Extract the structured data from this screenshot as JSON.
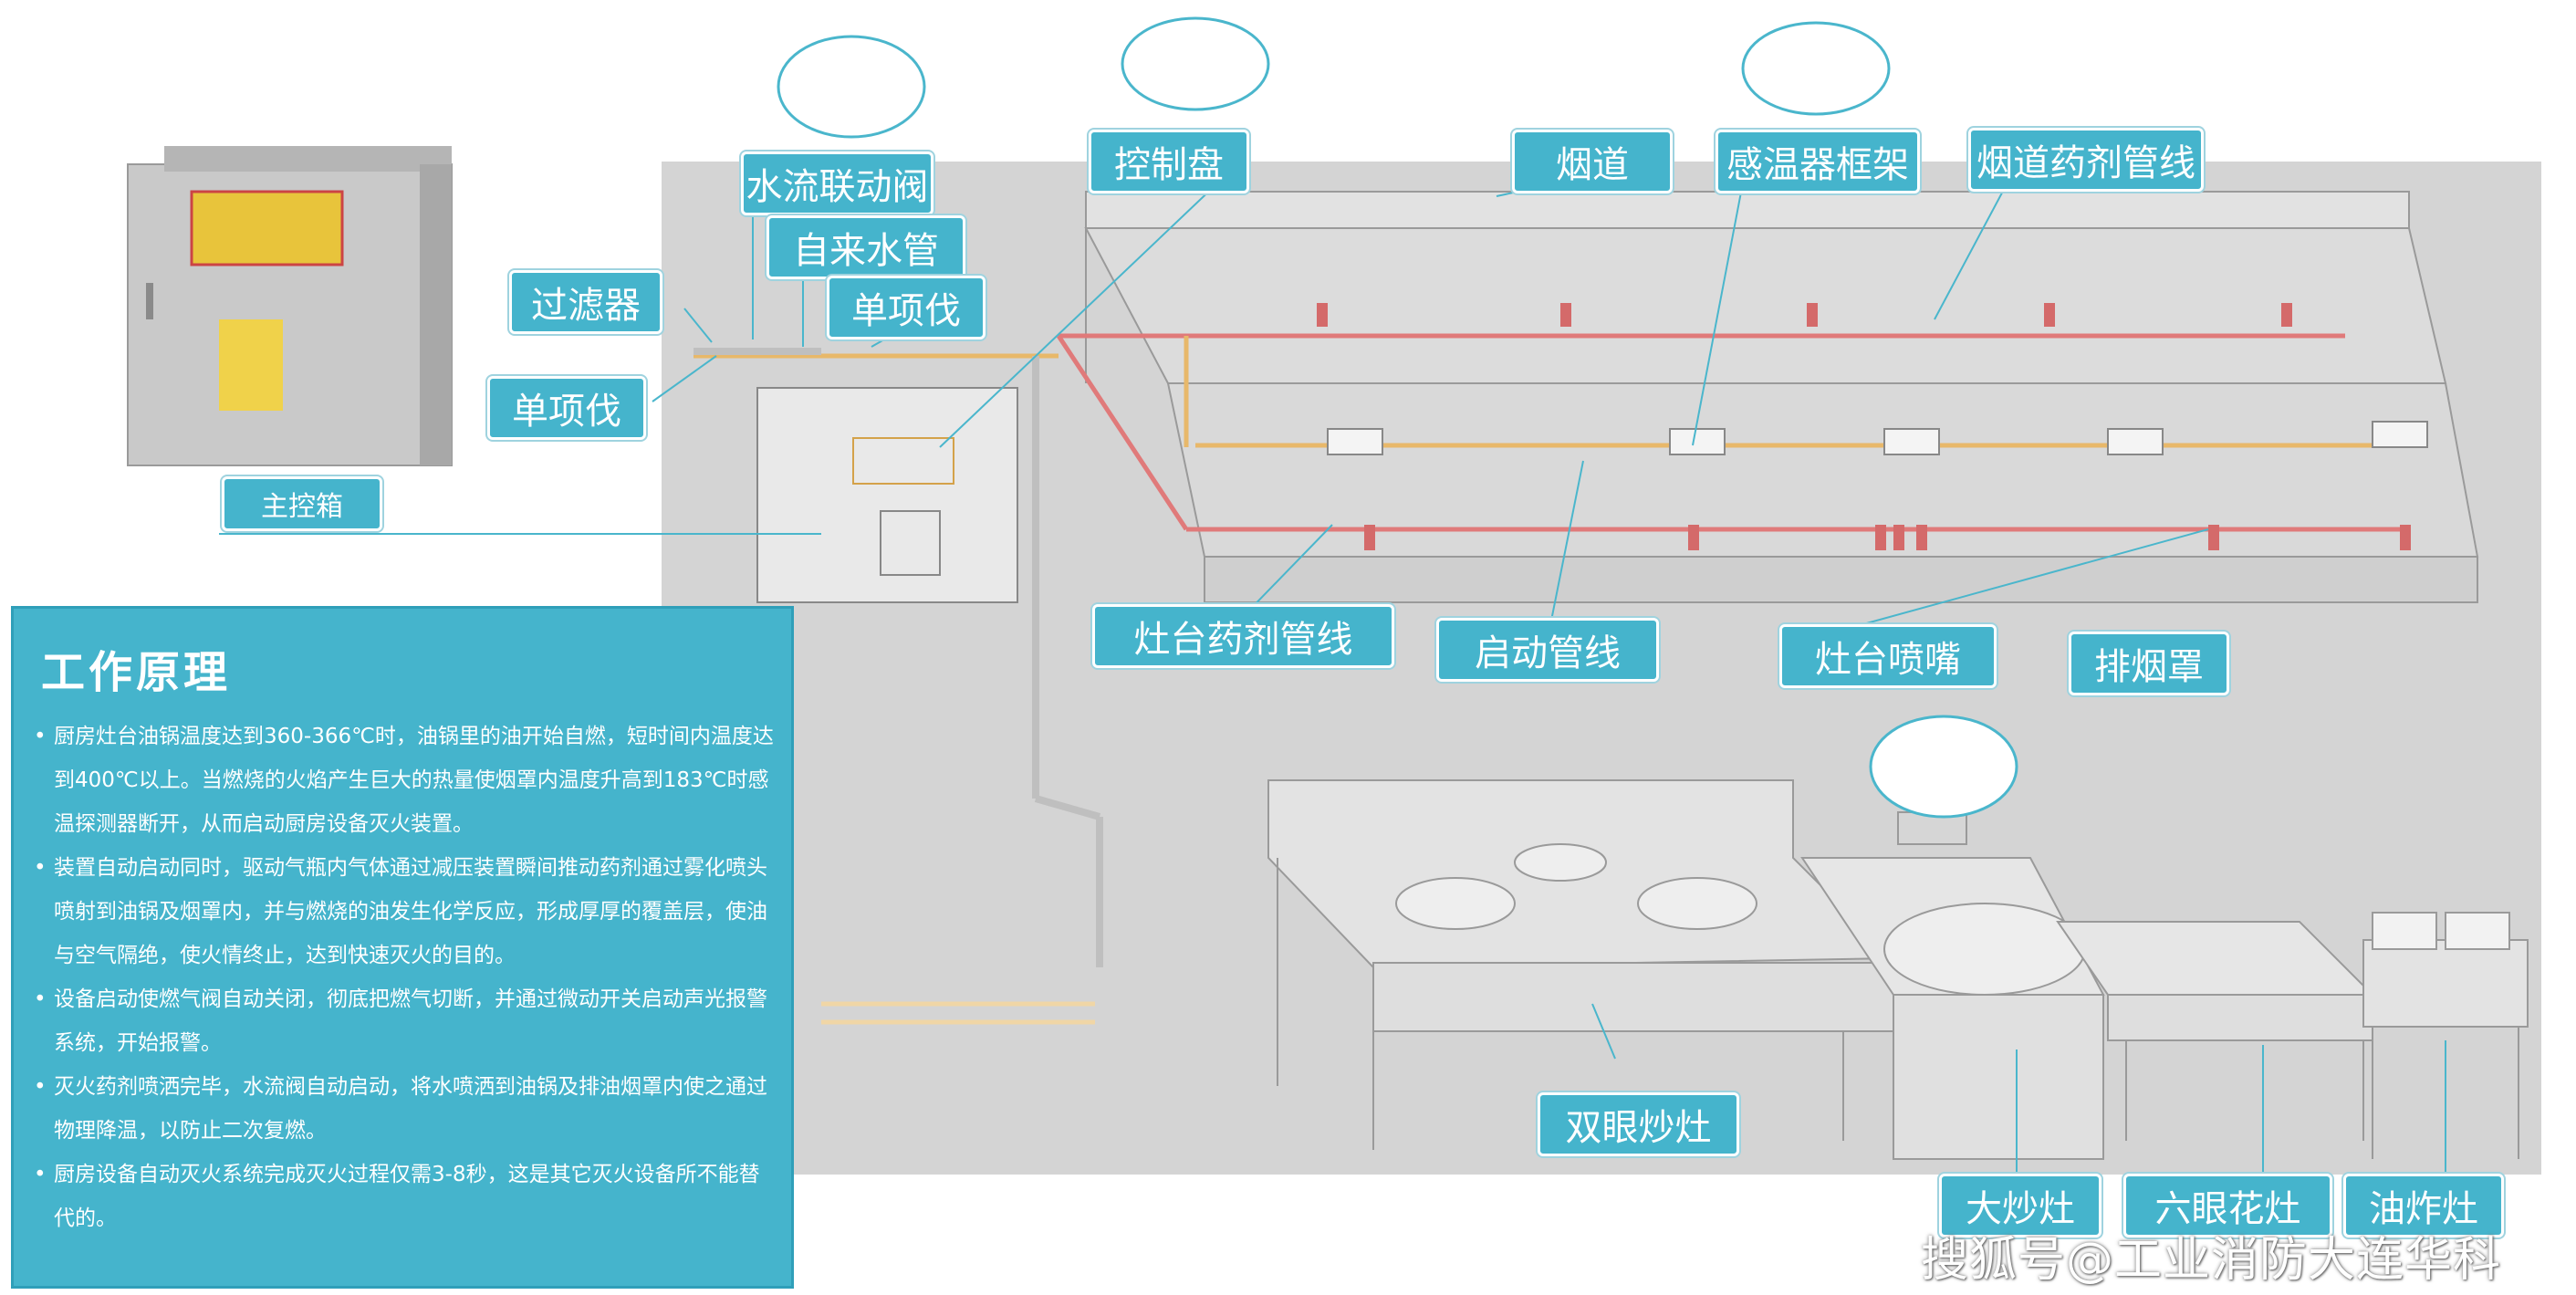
{
  "labels": {
    "water_valve": "水流联动阀",
    "control_panel": "控制盘",
    "flue": "烟道",
    "sensor_frame": "感温器框架",
    "flue_pipeline": "烟道药剂管线",
    "tap_water": "自来水管",
    "filter": "过滤器",
    "check_valve_1": "单项伐",
    "check_valve_2": "单项伐",
    "main_box": "主控箱",
    "stove_pipeline": "灶台药剂管线",
    "start_pipeline": "启动管线",
    "stove_nozzle": "灶台喷嘴",
    "hood": "排烟罩",
    "double_stove": "双眼炒灶",
    "big_stove": "大炒灶",
    "six_stove": "六眼花灶",
    "fryer": "油炸灶"
  },
  "principle": {
    "title": "工作原理",
    "items": [
      "厨房灶台油锅温度达到360-366℃时，油锅里的油开始自燃，短时间内温度达到400℃以上。当燃烧的火焰产生巨大的热量使烟罩内温度升高到183℃时感温探测器断开，从而启动厨房设备灭火装置。",
      "装置自动启动同时，驱动气瓶内气体通过减压装置瞬间推动药剂通过雾化喷头喷射到油锅及烟罩内，并与燃烧的油发生化学反应，形成厚厚的覆盖层，使油与空气隔绝，使火情终止，达到快速灭火的目的。",
      "设备启动使燃气阀自动关闭，彻底把燃气切断，并通过微动开关启动声光报警系统，开始报警。",
      "灭火药剂喷洒完毕，水流阀自动启动，将水喷洒到油锅及排油烟罩内使之通过物理降温，以防止二次复燃。",
      "厨房设备自动灭火系统完成灭火过程仅需3-8秒，这是其它灭火设备所不能替代的。"
    ]
  },
  "watermark": "搜狐号@工业消防大连华科",
  "colors": {
    "label_bg": "#45b4cc",
    "backdrop": "#d3d3d3",
    "agent_pipe": "#e06a6a",
    "start_pipe": "#e8b86a"
  }
}
